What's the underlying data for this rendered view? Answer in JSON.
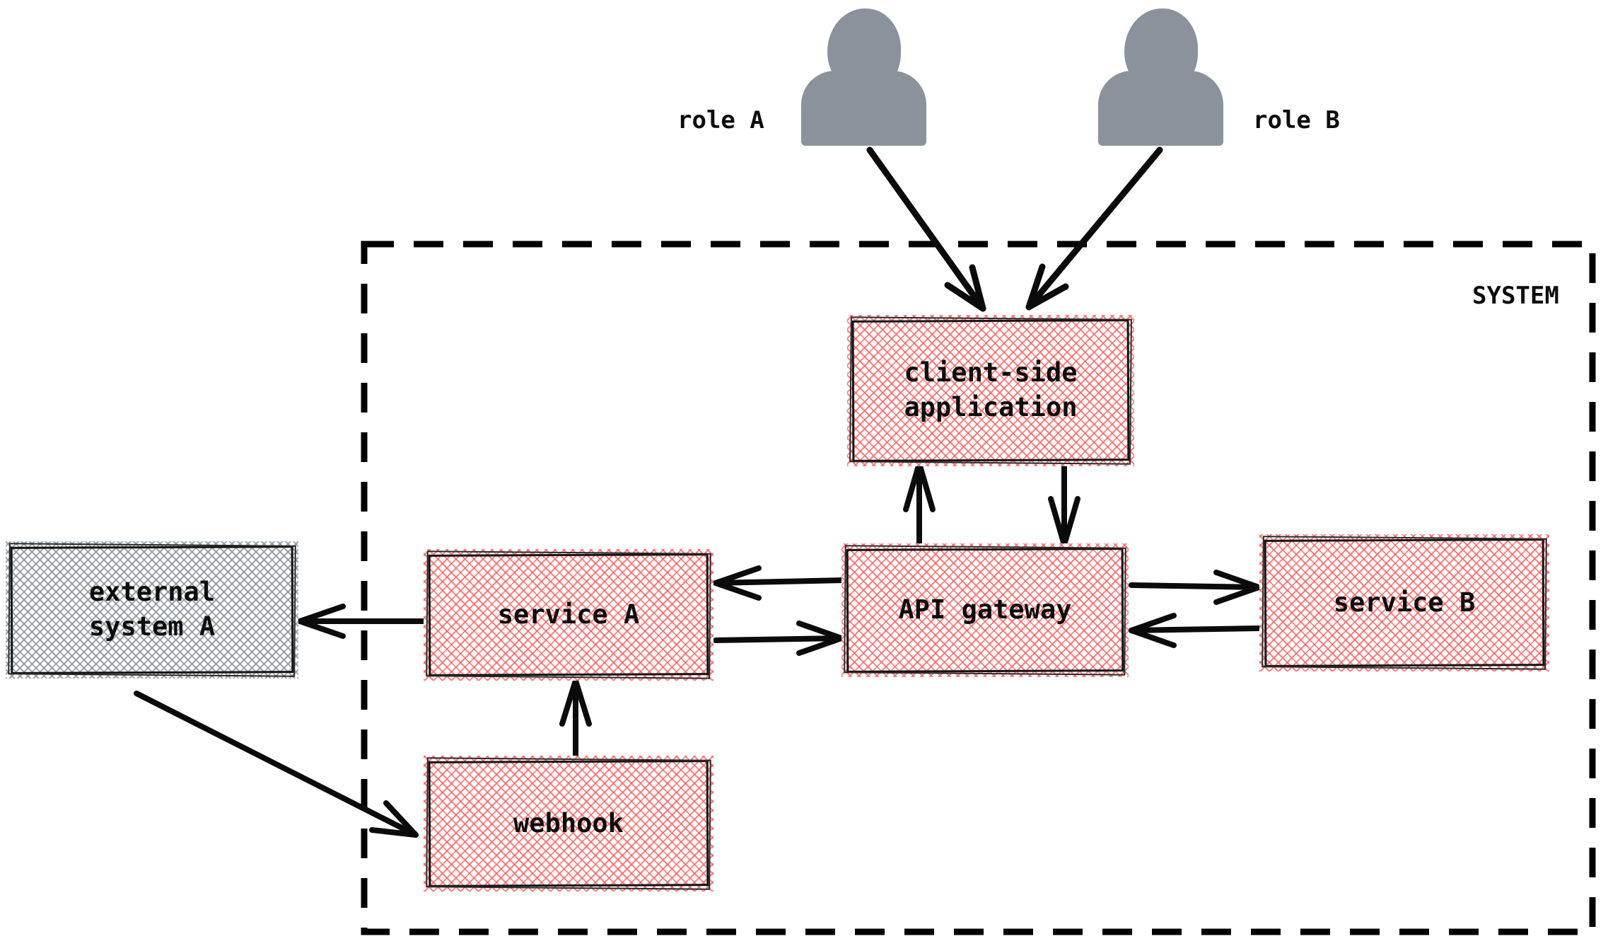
{
  "diagram": {
    "system": {
      "label": "SYSTEM"
    },
    "actors": [
      {
        "id": "role-a",
        "label": "role A"
      },
      {
        "id": "role-b",
        "label": "role B"
      }
    ],
    "nodes": [
      {
        "id": "client-side-application",
        "label": "client-side application",
        "type": "internal"
      },
      {
        "id": "api-gateway",
        "label": "API gateway",
        "type": "internal"
      },
      {
        "id": "service-a",
        "label": "service A",
        "type": "internal"
      },
      {
        "id": "service-b",
        "label": "service B",
        "type": "internal"
      },
      {
        "id": "webhook",
        "label": "webhook",
        "type": "internal"
      },
      {
        "id": "external-system-a",
        "label": "external system A",
        "type": "external"
      }
    ],
    "edges": [
      {
        "from": "role A",
        "to": "client-side application"
      },
      {
        "from": "role B",
        "to": "client-side application"
      },
      {
        "from": "API gateway",
        "to": "client-side application"
      },
      {
        "from": "client-side application",
        "to": "API gateway"
      },
      {
        "from": "API gateway",
        "to": "service A"
      },
      {
        "from": "service A",
        "to": "API gateway"
      },
      {
        "from": "API gateway",
        "to": "service B"
      },
      {
        "from": "service B",
        "to": "API gateway"
      },
      {
        "from": "service A",
        "to": "external system A"
      },
      {
        "from": "external system A",
        "to": "webhook"
      },
      {
        "from": "webhook",
        "to": "service A"
      }
    ],
    "colors": {
      "internal_hatch": "#f86060",
      "external_hatch": "#8a949e",
      "actor_fill": "#8a939b",
      "line": "#0b0b0b"
    }
  }
}
